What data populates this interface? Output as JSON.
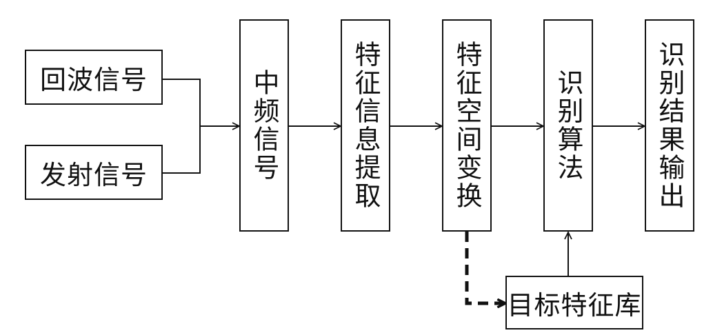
{
  "diagram": {
    "nodes": {
      "echo": "回波信号",
      "transmit": "发射信号",
      "if_signal": "中频信号",
      "feature_extract": "特征信息提取",
      "feature_space": "特征空间变换",
      "algorithm": "识别算法",
      "output": "识别结果输出",
      "target_db": "目标特征库"
    },
    "edges": [
      {
        "from": "echo",
        "to": "if_signal",
        "style": "solid"
      },
      {
        "from": "transmit",
        "to": "if_signal",
        "style": "solid"
      },
      {
        "from": "if_signal",
        "to": "feature_extract",
        "style": "solid"
      },
      {
        "from": "feature_extract",
        "to": "feature_space",
        "style": "solid"
      },
      {
        "from": "feature_space",
        "to": "algorithm",
        "style": "solid"
      },
      {
        "from": "algorithm",
        "to": "output",
        "style": "solid"
      },
      {
        "from": "feature_space",
        "to": "target_db",
        "style": "dashed"
      },
      {
        "from": "target_db",
        "to": "algorithm",
        "style": "solid"
      }
    ]
  }
}
